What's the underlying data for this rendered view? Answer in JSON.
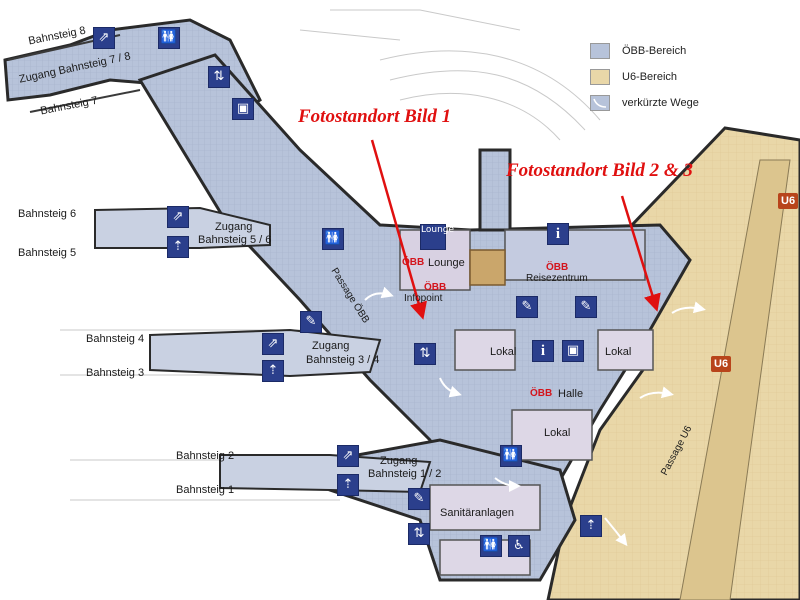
{
  "legend": [
    {
      "label": "ÖBB-Bereich",
      "color": "#b7c3da"
    },
    {
      "label": "U6-Bereich",
      "color": "#e9d7a8"
    },
    {
      "label": "verkürzte Wege",
      "icon": "curved-arrow-icon"
    }
  ],
  "photo_labels": {
    "bild1": "Fotostandort Bild 1",
    "bild23": "Fotostandort Bild 2 & 3"
  },
  "platforms": {
    "b8": "Bahnsteig 8",
    "b7": "Bahnsteig 7",
    "b6": "Bahnsteig 6",
    "b5": "Bahnsteig 5",
    "b4": "Bahnsteig 4",
    "b3": "Bahnsteig 3",
    "b2": "Bahnsteig 2",
    "b1": "Bahnsteig 1"
  },
  "access": {
    "z78": "Zugang Bahnsteig 7 / 8",
    "z56a": "Zugang",
    "z56b": "Bahnsteig 5 / 6",
    "z34a": "Zugang",
    "z34b": "Bahnsteig 3 / 4",
    "z12a": "Zugang",
    "z12b": "Bahnsteig 1 / 2"
  },
  "areas": {
    "passage_obb": "Passage ÖBB",
    "passage_u6": "Passage U6",
    "lounge_brand": "ÖBB",
    "lounge": "Lounge",
    "reise_brand": "ÖBB",
    "reisezentrum": "Reisezentrum",
    "info_brand": "ÖBB",
    "infopoint": "Infopoint",
    "lokal1": "Lokal",
    "lokal2": "Lokal",
    "lokal3": "Lokal",
    "halle_brand": "ÖBB",
    "halle": "Halle",
    "sanitaer": "Sanitäranlagen",
    "lounge_sign": "Lounge"
  },
  "u6_badges": [
    "U6",
    "U6"
  ],
  "colors": {
    "obb_area": "#b7c3da",
    "u6_area": "#e9d7a8",
    "wall": "#2a2a2a",
    "accent_red": "#e01010",
    "icon_blue": "#2b3f8c"
  }
}
